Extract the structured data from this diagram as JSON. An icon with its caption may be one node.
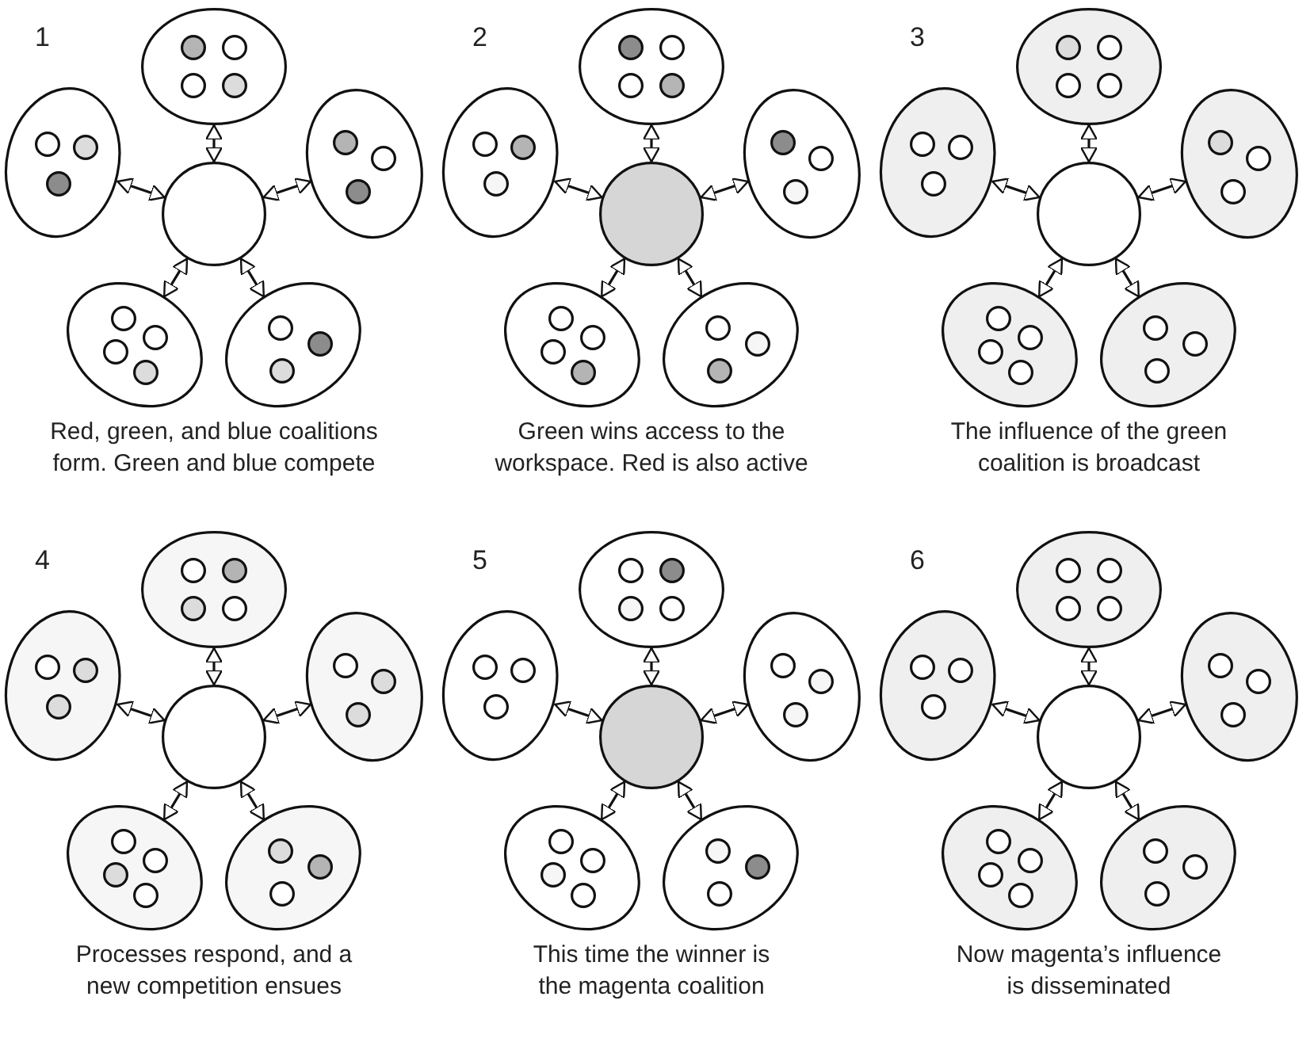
{
  "diagram": {
    "nodes": [
      {
        "text": [],
        "shape": "ellipse"
      },
      {
        "text": [],
        "shape": "circle",
        "in": 0
      },
      {
        "text": [],
        "shape": "circle",
        "in": 0
      },
      {
        "text": [],
        "shape": "circle",
        "in": 0
      },
      {
        "text": [],
        "shape": "circle",
        "in": 0
      },
      {
        "text": [],
        "shape": "ellipse"
      },
      {
        "text": [],
        "shape": "circle",
        "in": 5
      },
      {
        "text": [],
        "shape": "circle",
        "in": 5
      },
      {
        "text": [],
        "shape": "circle",
        "in": 5
      },
      {
        "text": [],
        "shape": "circle"
      },
      {
        "text": [],
        "shape": "ellipse"
      },
      {
        "text": [],
        "shape": "circle",
        "in": 10
      },
      {
        "text": [],
        "shape": "circle",
        "in": 10
      },
      {
        "text": [],
        "shape": "circle",
        "in": 10
      },
      {
        "text": [],
        "shape": "ellipse"
      },
      {
        "text": [],
        "shape": "circle",
        "in": 14
      },
      {
        "text": [],
        "shape": "circle",
        "in": 14
      },
      {
        "text": [],
        "shape": "circle",
        "in": 14
      },
      {
        "text": [],
        "shape": "circle",
        "in": 14
      },
      {
        "text": [],
        "shape": "ellipse"
      },
      {
        "text": [],
        "shape": "circle",
        "in": 19
      },
      {
        "text": [],
        "shape": "circle",
        "in": 19
      },
      {
        "text": [],
        "shape": "circle",
        "in": 19
      },
      {
        "text": [],
        "shape": "ellipse"
      },
      {
        "text": [],
        "shape": "circle",
        "in": 23
      },
      {
        "text": [],
        "shape": "circle",
        "in": 23
      },
      {
        "text": [],
        "shape": "circle",
        "in": 23
      },
      {
        "text": [],
        "shape": "circle",
        "in": 23
      },
      {
        "text": [],
        "shape": "ellipse"
      },
      {
        "text": [],
        "shape": "circle",
        "in": 28
      },
      {
        "text": [],
        "shape": "circle",
        "in": 28
      },
      {
        "text": [],
        "shape": "circle",
        "in": 28
      },
      {
        "text": [],
        "shape": "circle"
      },
      {
        "text": [],
        "shape": "ellipse"
      },
      {
        "text": [],
        "shape": "circle",
        "in": 33
      },
      {
        "text": [],
        "shape": "circle",
        "in": 33
      },
      {
        "text": [],
        "shape": "circle",
        "in": 33
      },
      {
        "text": [],
        "shape": "ellipse"
      },
      {
        "text": [],
        "shape": "circle",
        "in": 37
      },
      {
        "text": [],
        "shape": "circle",
        "in": 37
      },
      {
        "text": [],
        "shape": "circle",
        "in": 37
      },
      {
        "text": [],
        "shape": "circle",
        "in": 37
      },
      {
        "text": [],
        "shape": "ellipse"
      },
      {
        "text": [],
        "shape": "circle",
        "in": 42
      },
      {
        "text": [],
        "shape": "circle",
        "in": 42
      },
      {
        "text": [],
        "shape": "circle",
        "in": 42
      },
      {
        "text": [],
        "shape": "ellipse"
      },
      {
        "text": [],
        "shape": "circle",
        "in": 46
      },
      {
        "text": [],
        "shape": "circle",
        "in": 46
      },
      {
        "text": [],
        "shape": "circle",
        "in": 46
      },
      {
        "text": [],
        "shape": "circle",
        "in": 46
      },
      {
        "text": [],
        "shape": "ellipse"
      },
      {
        "text": [],
        "shape": "circle",
        "in": 51
      },
      {
        "text": [],
        "shape": "circle",
        "in": 51
      },
      {
        "text": [],
        "shape": "circle",
        "in": 51
      },
      {
        "text": [],
        "shape": "circle"
      },
      {
        "text": [],
        "shape": "ellipse"
      },
      {
        "text": [],
        "shape": "circle",
        "in": 56
      },
      {
        "text": [],
        "shape": "circle",
        "in": 56
      },
      {
        "text": [],
        "shape": "circle",
        "in": 56
      },
      {
        "text": [],
        "shape": "ellipse"
      },
      {
        "text": [],
        "shape": "circle",
        "in": 60
      },
      {
        "text": [],
        "shape": "circle",
        "in": 60
      },
      {
        "text": [],
        "shape": "circle",
        "in": 60
      },
      {
        "text": [],
        "shape": "circle",
        "in": 60
      },
      {
        "text": [],
        "shape": "ellipse"
      },
      {
        "text": [],
        "shape": "circle",
        "in": 65
      },
      {
        "text": [],
        "shape": "circle",
        "in": 65
      },
      {
        "text": [],
        "shape": "circle",
        "in": 65
      },
      {
        "text": [],
        "shape": "ellipse"
      },
      {
        "text": [],
        "shape": "circle",
        "in": 69
      },
      {
        "text": [],
        "shape": "circle",
        "in": 69
      },
      {
        "text": [],
        "shape": "circle",
        "in": 69
      },
      {
        "text": [],
        "shape": "circle",
        "in": 69
      },
      {
        "text": [],
        "shape": "ellipse"
      },
      {
        "text": [],
        "shape": "circle",
        "in": 74
      },
      {
        "text": [],
        "shape": "circle",
        "in": 74
      },
      {
        "text": [],
        "shape": "circle",
        "in": 74
      },
      {
        "text": [],
        "shape": "circle"
      },
      {
        "text": [],
        "shape": "ellipse"
      },
      {
        "text": [],
        "shape": "circle",
        "in": 79
      },
      {
        "text": [],
        "shape": "circle",
        "in": 79
      },
      {
        "text": [],
        "shape": "circle",
        "in": 79
      },
      {
        "text": [],
        "shape": "ellipse"
      },
      {
        "text": [],
        "shape": "circle",
        "in": 83
      },
      {
        "text": [],
        "shape": "circle",
        "in": 83
      },
      {
        "text": [],
        "shape": "circle",
        "in": 83
      },
      {
        "text": [],
        "shape": "circle",
        "in": 83
      },
      {
        "text": [],
        "shape": "ellipse"
      },
      {
        "text": [],
        "shape": "circle",
        "in": 88
      },
      {
        "text": [],
        "shape": "circle",
        "in": 88
      },
      {
        "text": [],
        "shape": "circle",
        "in": 88
      },
      {
        "text": [],
        "shape": "ellipse"
      },
      {
        "text": [],
        "shape": "circle",
        "in": 92
      },
      {
        "text": [],
        "shape": "circle",
        "in": 92
      },
      {
        "text": [],
        "shape": "circle",
        "in": 92
      },
      {
        "text": [],
        "shape": "circle",
        "in": 92
      },
      {
        "text": [],
        "shape": "ellipse"
      },
      {
        "text": [],
        "shape": "circle",
        "in": 97
      },
      {
        "text": [],
        "shape": "circle",
        "in": 97
      },
      {
        "text": [],
        "shape": "circle",
        "in": 97
      },
      {
        "text": [],
        "shape": "circle"
      },
      {
        "text": [],
        "shape": "ellipse"
      },
      {
        "text": [],
        "shape": "circle",
        "in": 102
      },
      {
        "text": [],
        "shape": "circle",
        "in": 102
      },
      {
        "text": [],
        "shape": "circle",
        "in": 102
      },
      {
        "text": [],
        "shape": "ellipse"
      },
      {
        "text": [],
        "shape": "circle",
        "in": 106
      },
      {
        "text": [],
        "shape": "circle",
        "in": 106
      },
      {
        "text": [],
        "shape": "circle",
        "in": 106
      },
      {
        "text": [],
        "shape": "circle",
        "in": 106
      },
      {
        "text": [],
        "shape": "ellipse"
      },
      {
        "text": [],
        "shape": "circle",
        "in": 111
      },
      {
        "text": [],
        "shape": "circle",
        "in": 111
      },
      {
        "text": [],
        "shape": "circle",
        "in": 111
      },
      {
        "text": [],
        "shape": "ellipse"
      },
      {
        "text": [],
        "shape": "circle",
        "in": 115
      },
      {
        "text": [],
        "shape": "circle",
        "in": 115
      },
      {
        "text": [],
        "shape": "circle",
        "in": 115
      },
      {
        "text": [],
        "shape": "circle",
        "in": 115
      },
      {
        "text": [],
        "shape": "ellipse"
      },
      {
        "text": [],
        "shape": "circle",
        "in": 120
      },
      {
        "text": [],
        "shape": "circle",
        "in": 120
      },
      {
        "text": [],
        "shape": "circle",
        "in": 120
      },
      {
        "text": [],
        "shape": "circle"
      },
      {
        "text": [],
        "shape": "ellipse"
      },
      {
        "text": [],
        "shape": "circle",
        "in": 125
      },
      {
        "text": [],
        "shape": "circle",
        "in": 125
      },
      {
        "text": [],
        "shape": "circle",
        "in": 125
      },
      {
        "text": [],
        "shape": "ellipse"
      },
      {
        "text": [],
        "shape": "circle",
        "in": 129
      },
      {
        "text": [],
        "shape": "circle",
        "in": 129
      },
      {
        "text": [],
        "shape": "circle",
        "in": 129
      },
      {
        "text": [],
        "shape": "circle",
        "in": 129
      },
      {
        "text": [],
        "shape": "ellipse"
      },
      {
        "text": [],
        "shape": "circle",
        "in": 134
      },
      {
        "text": [],
        "shape": "circle",
        "in": 134
      },
      {
        "text": [],
        "shape": "circle",
        "in": 134
      }
    ],
    "edges": [
      {
        "from": 9,
        "to": 0,
        "arrow": "both"
      },
      {
        "from": 9,
        "to": 5,
        "arrow": "both"
      },
      {
        "from": 9,
        "to": 10,
        "arrow": "both"
      },
      {
        "from": 9,
        "to": 14,
        "arrow": "both"
      },
      {
        "from": 9,
        "to": 19,
        "arrow": "both"
      },
      {
        "from": 32,
        "to": 23,
        "arrow": "both"
      },
      {
        "from": 32,
        "to": 28,
        "arrow": "both"
      },
      {
        "from": 32,
        "to": 33,
        "arrow": "both"
      },
      {
        "from": 32,
        "to": 37,
        "arrow": "both"
      },
      {
        "from": 32,
        "to": 42,
        "arrow": "both"
      },
      {
        "from": 55,
        "to": 46,
        "arrow": "both"
      },
      {
        "from": 55,
        "to": 51,
        "arrow": "both"
      },
      {
        "from": 55,
        "to": 56,
        "arrow": "both"
      },
      {
        "from": 55,
        "to": 60,
        "arrow": "both"
      },
      {
        "from": 55,
        "to": 65,
        "arrow": "both"
      },
      {
        "from": 78,
        "to": 69,
        "arrow": "both"
      },
      {
        "from": 78,
        "to": 74,
        "arrow": "both"
      },
      {
        "from": 78,
        "to": 79,
        "arrow": "both"
      },
      {
        "from": 78,
        "to": 83,
        "arrow": "both"
      },
      {
        "from": 78,
        "to": 88,
        "arrow": "both"
      },
      {
        "from": 101,
        "to": 92,
        "arrow": "both"
      },
      {
        "from": 101,
        "to": 97,
        "arrow": "both"
      },
      {
        "from": 101,
        "to": 102,
        "arrow": "both"
      },
      {
        "from": 101,
        "to": 106,
        "arrow": "both"
      },
      {
        "from": 101,
        "to": 111,
        "arrow": "both"
      },
      {
        "from": 124,
        "to": 115,
        "arrow": "both"
      },
      {
        "from": 124,
        "to": 120,
        "arrow": "both"
      },
      {
        "from": 124,
        "to": 125,
        "arrow": "both"
      },
      {
        "from": 124,
        "to": 129,
        "arrow": "both"
      },
      {
        "from": 124,
        "to": 134,
        "arrow": "both"
      }
    ],
    "labels": [
      "1",
      "2",
      "3",
      "Red, green, and blue coalitions form. Green and blue compete",
      "Green wins access to the workspace. Red is also active",
      "The influence of the green coalition is broadcast",
      "4",
      "5",
      "6",
      "Processes respond, and a new competition ensues",
      "This time the winner is the magenta coalition",
      "Now magenta’s influence is disseminated"
    ]
  }
}
